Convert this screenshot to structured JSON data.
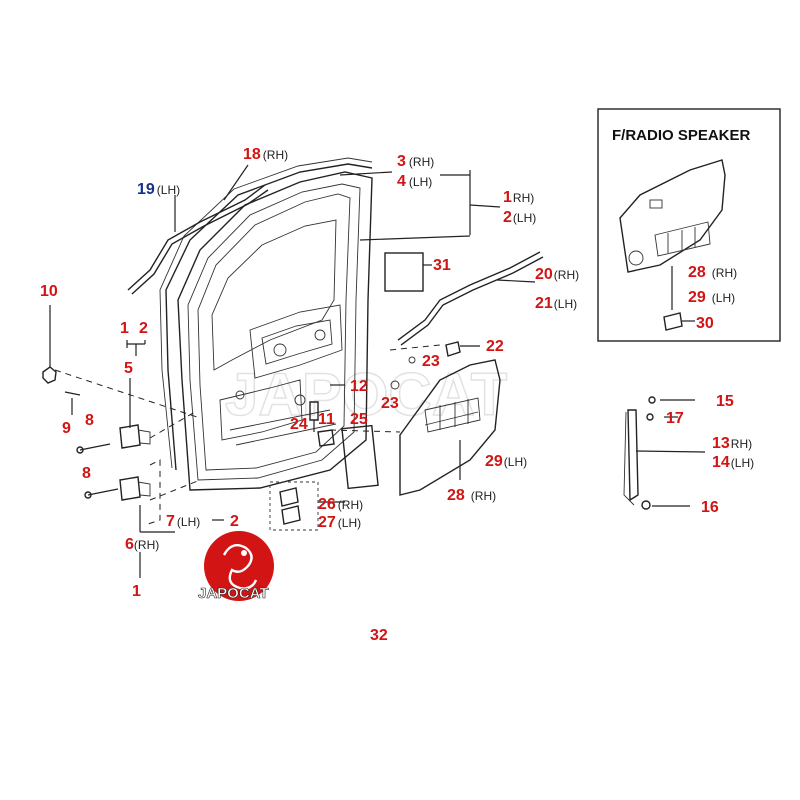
{
  "watermark": "JAPOCAT",
  "logo": {
    "text": "JAPOCAT",
    "color": "#d21414"
  },
  "inset": {
    "title": "F/RADIO  SPEAKER"
  },
  "page_number": "32",
  "colors": {
    "label": "#d21414",
    "label_alt": "#17308a",
    "line": "#222222"
  },
  "callouts": [
    {
      "num": "18",
      "suffix": "(RH)"
    },
    {
      "num": "19",
      "suffix": "(LH)"
    },
    {
      "num": "3",
      "suffix": "(RH)"
    },
    {
      "num": "4",
      "suffix": "(LH)"
    },
    {
      "num": "1",
      "suffix": "RH)"
    },
    {
      "num": "2",
      "suffix": "(LH)"
    },
    {
      "num": "31",
      "suffix": ""
    },
    {
      "num": "20",
      "suffix": "(RH)"
    },
    {
      "num": "21",
      "suffix": "(LH)"
    },
    {
      "num": "22",
      "suffix": ""
    },
    {
      "num": "23",
      "suffix": ""
    },
    {
      "num": "23",
      "suffix": ""
    },
    {
      "num": "12",
      "suffix": ""
    },
    {
      "num": "10",
      "suffix": ""
    },
    {
      "num": "1",
      "suffix": ""
    },
    {
      "num": "2",
      "suffix": ""
    },
    {
      "num": "5",
      "suffix": ""
    },
    {
      "num": "9",
      "suffix": ""
    },
    {
      "num": "8",
      "suffix": ""
    },
    {
      "num": "8",
      "suffix": ""
    },
    {
      "num": "7",
      "suffix": "(LH)"
    },
    {
      "num": "2",
      "suffix": ""
    },
    {
      "num": "6",
      "suffix": "(RH)"
    },
    {
      "num": "1",
      "suffix": ""
    },
    {
      "num": "24",
      "suffix": ""
    },
    {
      "num": "11",
      "suffix": ""
    },
    {
      "num": "25",
      "suffix": ""
    },
    {
      "num": "26",
      "suffix": "(RH)"
    },
    {
      "num": "27",
      "suffix": "(LH)"
    },
    {
      "num": "29",
      "suffix": "(LH)"
    },
    {
      "num": "28",
      "suffix": "(RH)"
    },
    {
      "num": "28",
      "suffix": "(RH)"
    },
    {
      "num": "29",
      "suffix": "(LH)"
    },
    {
      "num": "30",
      "suffix": ""
    },
    {
      "num": "15",
      "suffix": ""
    },
    {
      "num": "17",
      "suffix": ""
    },
    {
      "num": "13",
      "suffix": "RH)"
    },
    {
      "num": "14",
      "suffix": "(LH)"
    },
    {
      "num": "16",
      "suffix": ""
    }
  ]
}
